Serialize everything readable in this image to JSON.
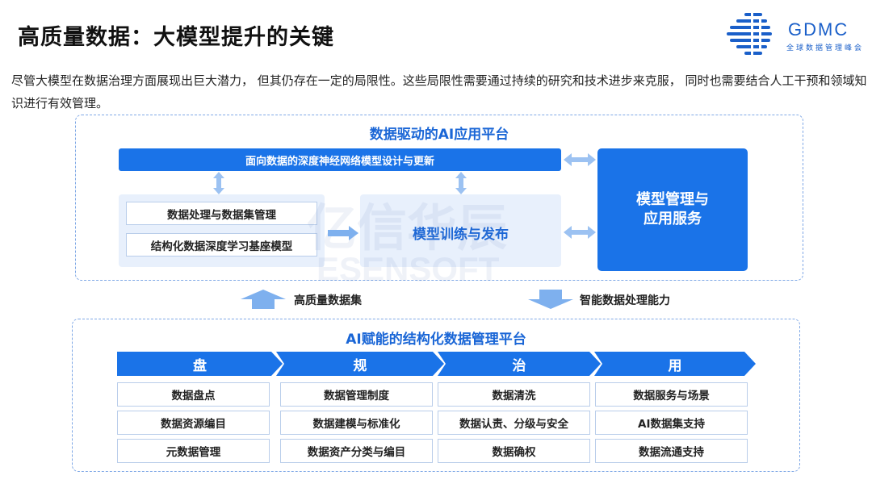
{
  "header": {
    "title": "高质量数据：大模型提升的关键",
    "logo_text": "GDMC",
    "logo_sub": "全球数据管理峰会"
  },
  "intro": "尽管大模型在数据治理方面展现出巨大潜力， 但其仍存在一定的局限性。这些局限性需要通过持续的研究和技术进步来克服， 同时也需要结合人工干预和领域知识进行有效管理。",
  "top_panel": {
    "title": "数据驱动的AI应用平台",
    "design_bar": "面向数据的深度神经网络模型设计与更新",
    "data_processing": "数据处理与数据集管理",
    "base_model": "结构化数据深度学习基座模型",
    "training": "模型训练与发布",
    "management": "模型管理与\n应用服务"
  },
  "watermark": {
    "cn": "亿信华辰",
    "en": "ESENSOFT"
  },
  "flow": {
    "up_label": "高质量数据集",
    "down_label": "智能数据处理能力"
  },
  "bottom_panel": {
    "title": "AI赋能的结构化数据管理平台",
    "columns": [
      {
        "head": "盘",
        "items": [
          "数据盘点",
          "数据资源编目",
          "元数据管理"
        ]
      },
      {
        "head": "规",
        "items": [
          "数据管理制度",
          "数据建模与标准化",
          "数据资产分类与编目"
        ]
      },
      {
        "head": "治",
        "items": [
          "数据清洗",
          "数据认责、分级与安全",
          "数据确权"
        ]
      },
      {
        "head": "用",
        "items": [
          "数据服务与场景",
          "AI数据集支持",
          "数据流通支持"
        ]
      }
    ]
  },
  "colors": {
    "accent": "#1a73e8",
    "title_blue": "#1a66d6",
    "arrow_light": "#9cc2f2"
  }
}
